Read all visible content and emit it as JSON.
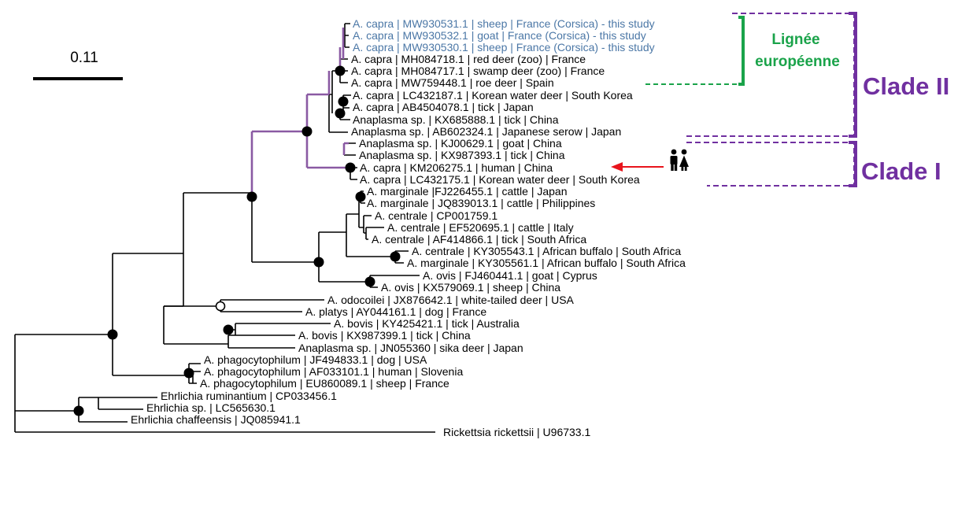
{
  "scale_bar": {
    "label": "0.11"
  },
  "leaves": [
    "A. capra | MW930531.1 | sheep | France (Corsica) - this study",
    "A. capra | MW930532.1 | goat | France (Corsica) - this study",
    "A. capra | MW930530.1 | sheep | France (Corsica) - this study",
    "A. capra | MH084718.1 | red deer (zoo) | France",
    "A. capra | MH084717.1 | swamp deer (zoo) | France",
    "A. capra | MW759448.1 | roe deer | Spain",
    "A. capra | LC432187.1 | Korean water deer | South Korea",
    "A. capra | AB4504078.1 | tick | Japan",
    "Anaplasma sp. | KX685888.1 | tick | China",
    "Anaplasma sp. | AB602324.1 | Japanese serow | Japan",
    "Anaplasma sp. | KJ00629.1 | goat | China",
    "Anaplasma sp. | KX987393.1 | tick | China",
    "A. capra | KM206275.1 | human | China",
    "A. capra | LC432175.1 | Korean water deer | South Korea",
    "A. marginale |FJ226455.1 | cattle | Japan",
    "A. marginale | JQ839013.1 | cattle | Philippines",
    "A. centrale | CP001759.1",
    "A. centrale | EF520695.1 | cattle | Italy",
    "A. centrale | AF414866.1 | tick | South Africa",
    "A. centrale | KY305543.1 | African buffalo | South Africa",
    "A. marginale | KY305561.1 | African buffalo | South Africa",
    "A. ovis | FJ460441.1 | goat | Cyprus",
    "A. ovis | KX579069.1 | sheep | China",
    "A. odocoilei | JX876642.1 | white-tailed deer | USA",
    "A. platys | AY044161.1 | dog | France",
    "A. bovis | KY425421.1 | tick | Australia",
    "A. bovis | KX987399.1 | tick | China",
    "Anaplasma sp. | JN055360 | sika deer | Japan",
    "A. phagocytophilum | JF494833.1 | dog | USA",
    "A. phagocytophilum | AF033101.1 | human | Slovenia",
    "A. phagocytophilum | EU860089.1 | sheep | France",
    "Ehrlichia ruminantium | CP033456.1",
    "Ehrlichia sp. | LC565630.1",
    "Ehrlichia chaffeensis | JQ085941.1",
    "Rickettsia rickettsii | U96733.1"
  ],
  "annotations": {
    "lignee_line1": "Lignée",
    "lignee_line2": "européenne",
    "clade2": "Clade II",
    "clade1": "Clade I",
    "human_icon": "people-icon"
  },
  "colors": {
    "clade": "#7030a0",
    "clade_branch": "#8a5aa3",
    "lignee": "#1aa34a",
    "study_label": "#4b77a6",
    "arrow": "#e8141c"
  }
}
